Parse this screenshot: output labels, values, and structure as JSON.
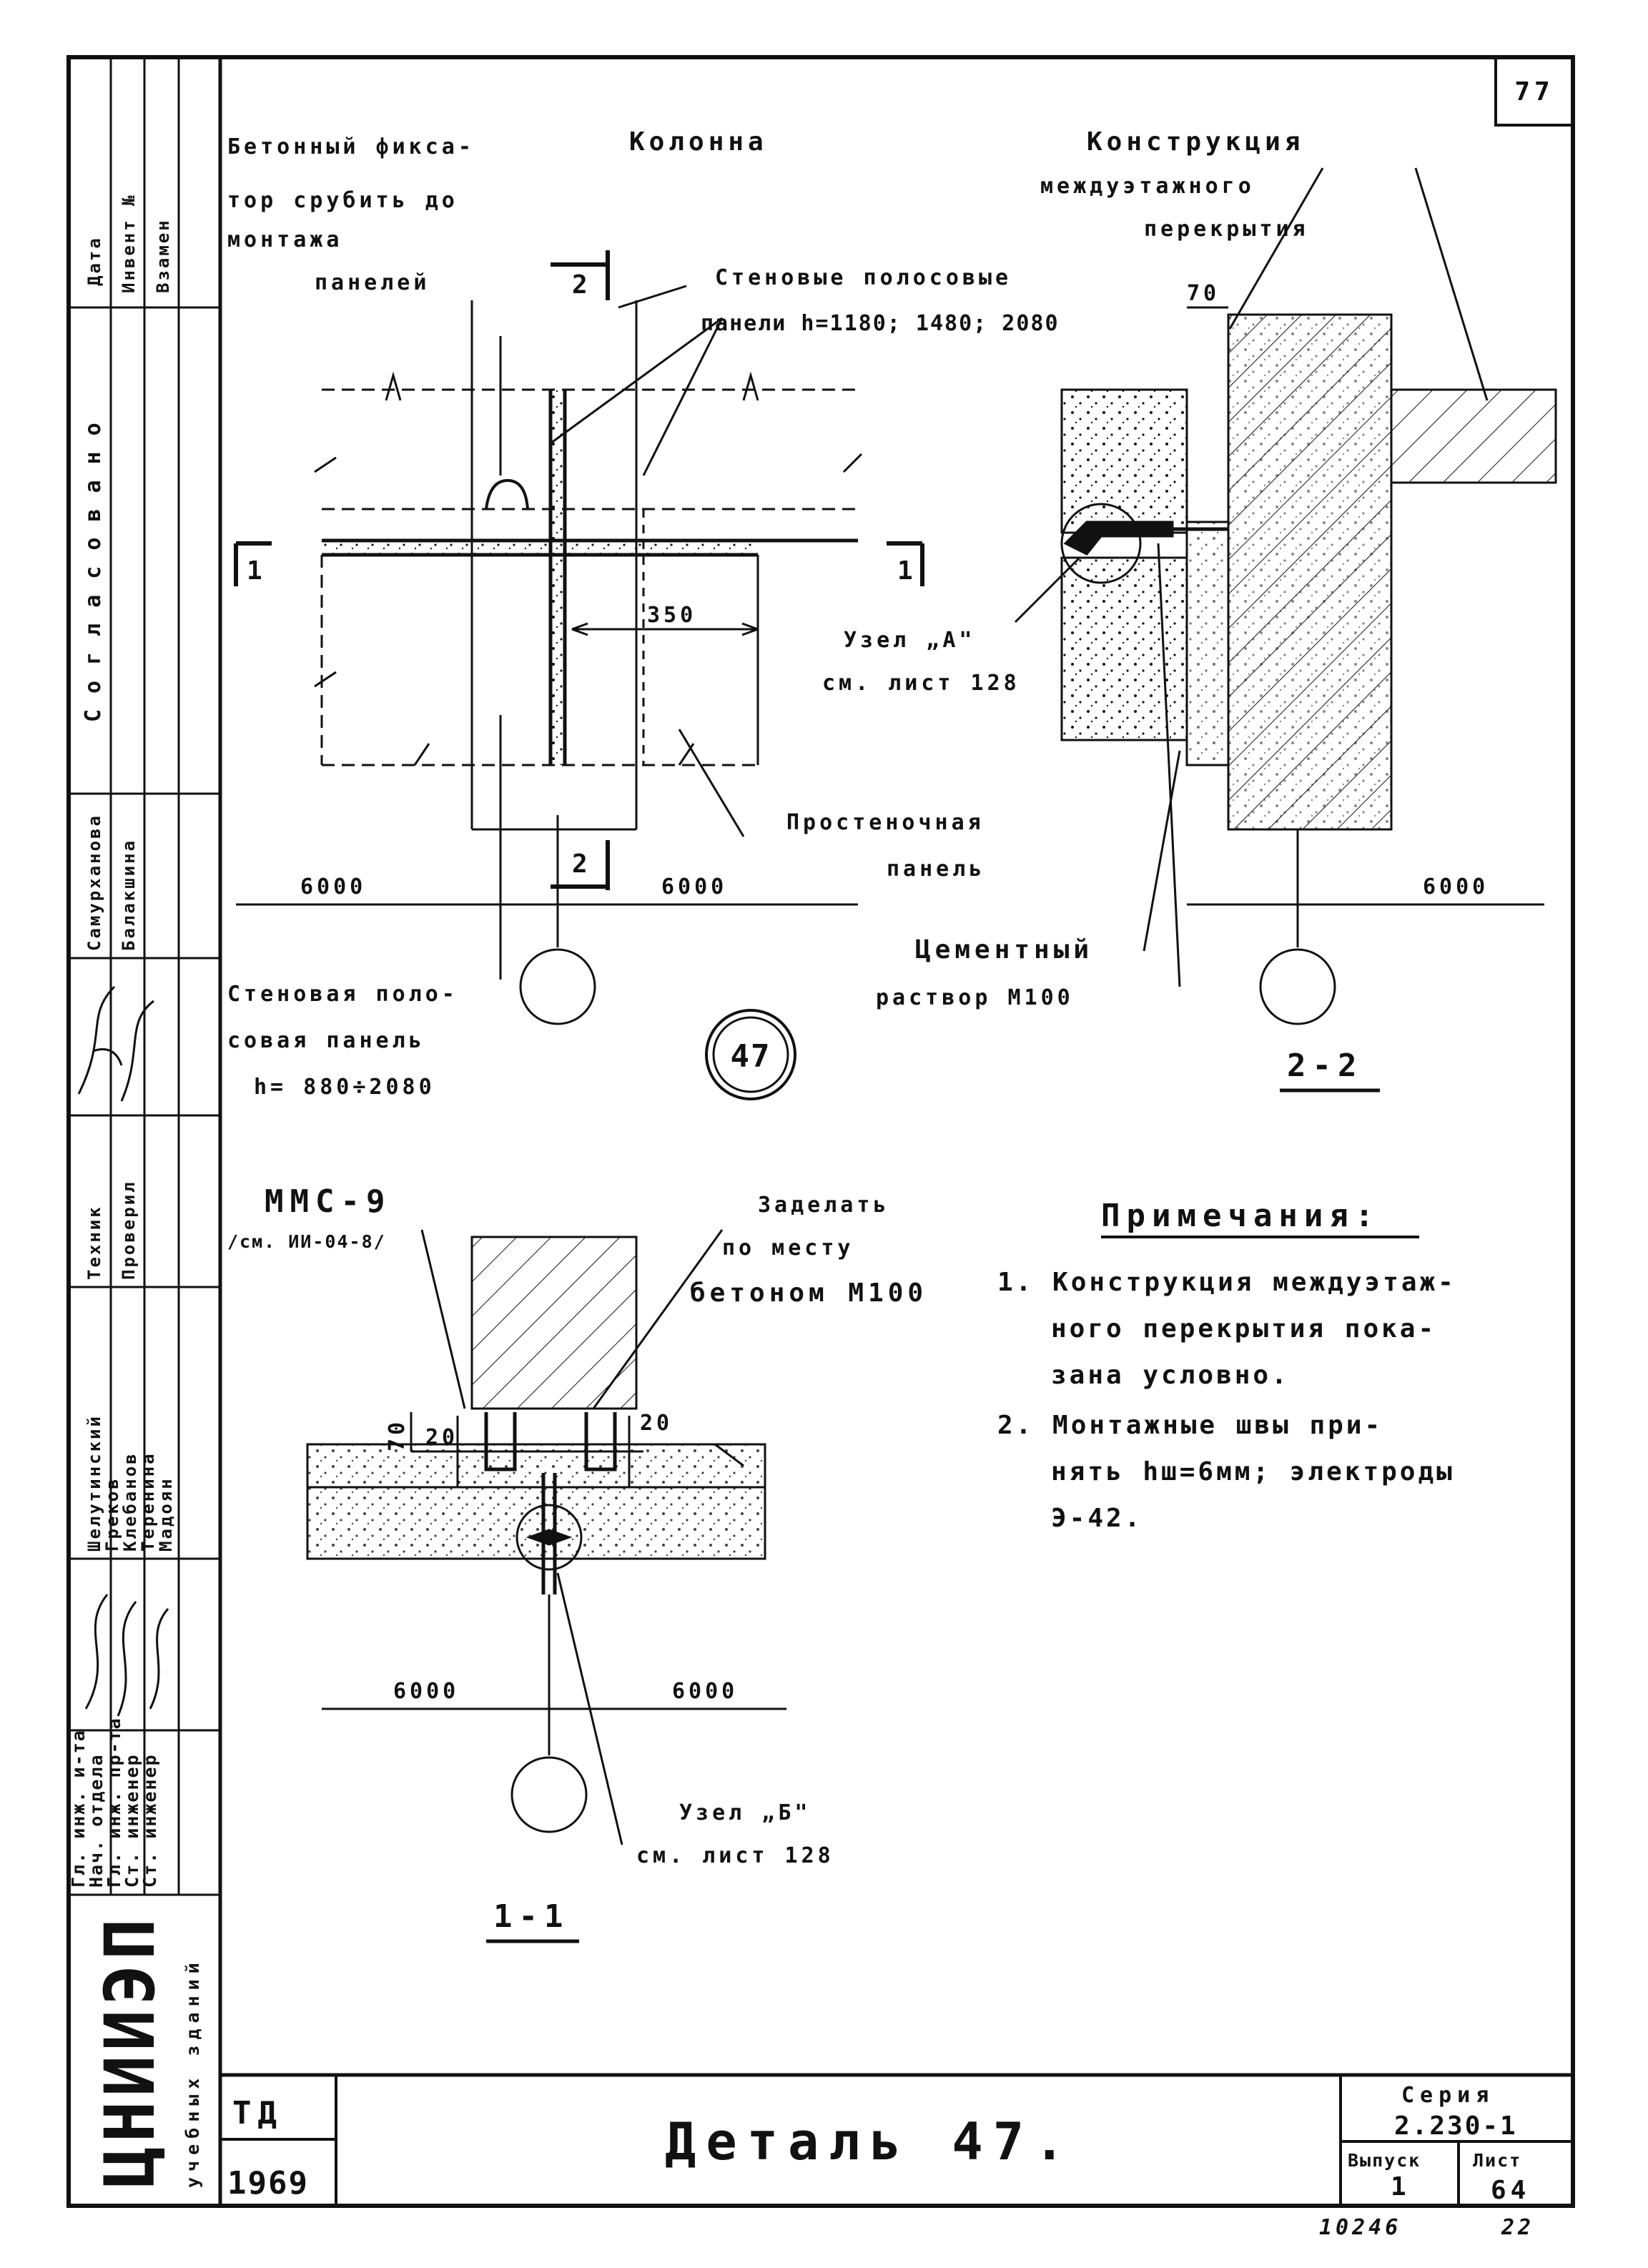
{
  "sheet_number": "77",
  "archive_number": "10246",
  "stamp_number": "22",
  "labels": {
    "concrete_fixer": [
      "Бетонный фикса-",
      "тор срубить до",
      "монтажа",
      "панелей"
    ],
    "column": "Колонна",
    "floor_construction": [
      "Конструкция",
      "междуэтажного",
      "перекрытия"
    ],
    "wall_strip_panels": [
      "Стеновые полосовые",
      "панели h=1180; 1480; 2080"
    ],
    "section_mark_2": "2",
    "section_mark_1": "1",
    "dim_350": "350",
    "dim_70": "70",
    "node_a": [
      "Узел „А\"",
      "см. лист 128"
    ],
    "pier_panel": [
      "Простеночная",
      "панель"
    ],
    "cement_mortar": [
      "Цементный",
      "раствор М100"
    ],
    "dim_6000_left": "6000",
    "dim_6000_right": "6000",
    "dim_6000_s22": "6000",
    "wall_strip_panel_single": [
      "Стеновая поло-",
      "совая панель",
      "h= 880÷2080"
    ],
    "detail_circle": "47",
    "section_22": "2-2",
    "mms": [
      "ММС-9",
      "/см. ИИ-04-8/"
    ],
    "embed": [
      "Заделать",
      "по месту",
      "бетоном М100"
    ],
    "dim_20_left": "20",
    "dim_20_right": "20",
    "dim_70_s11": "70",
    "node_b": [
      "Узел „Б\"",
      "см. лист 128"
    ],
    "dim_6000_s11_left": "6000",
    "dim_6000_s11_right": "6000",
    "section_11": "1-1"
  },
  "notes": {
    "title": "Примечания:",
    "items": [
      [
        "1. Конструкция междуэтаж-",
        "ного перекрытия пока-",
        "зана условно."
      ],
      [
        "2. Монтажные швы при-",
        "нять hш=6мм; электроды",
        "Э-42."
      ]
    ]
  },
  "left_stamp": {
    "top_cells": [
      "Дата",
      "Инвент №",
      "Взамен"
    ],
    "approved": "Согласовано",
    "approval_names": [
      "Самурханова",
      "Балакшина"
    ],
    "approval_roles": [
      "Техник",
      "Проверил"
    ],
    "staff_names": [
      "Шелутинский",
      "Греков",
      "Клебанов",
      "Теренина",
      "Мадоян"
    ],
    "staff_roles": [
      "Гл. инж. и-та",
      "Нач. отдела",
      "Гл. инж. пр-та",
      "Ст. инженер",
      "Ст. инженер"
    ],
    "institute": "ЦНИИЭП",
    "institute_sub": "учебных зданий"
  },
  "title_block": {
    "code": "ТД",
    "year": "1969",
    "title": "Деталь 47.",
    "series_label": "Серия",
    "series_value": "2.230-1",
    "issue_label": "Выпуск",
    "issue_value": "1",
    "sheet_label": "Лист",
    "sheet_value": "64"
  }
}
